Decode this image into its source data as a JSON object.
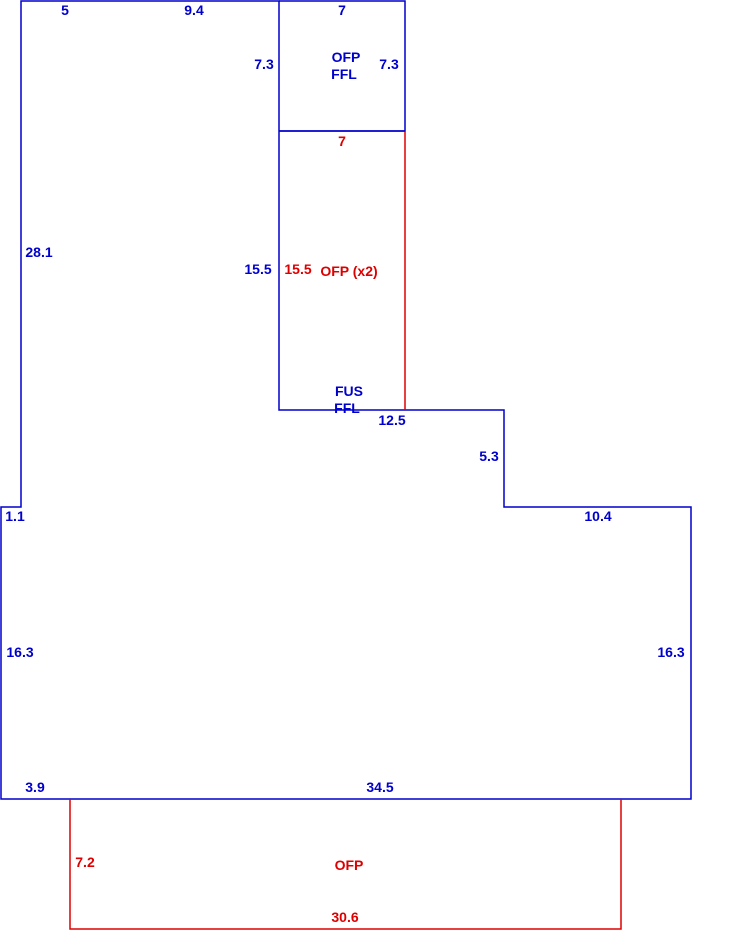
{
  "colors": {
    "living_area": "#0000cc",
    "porch": "#dd0000",
    "background": "#ffffff"
  },
  "labels": {
    "top_porch_line1": "OFP",
    "top_porch_line2": "FFL",
    "porch_x2": "OFP (x2)",
    "main_line1": "FUS",
    "main_line2": "FFL",
    "bottom_porch": "OFP"
  },
  "dimensions": {
    "top_left_a": "5",
    "top_left_b": "9.4",
    "top_porch_top": "7",
    "top_porch_left": "7.3",
    "top_porch_right": "7.3",
    "mid_porch_top": "7",
    "mid_porch_left_blue": "15.5",
    "mid_porch_left_red": "15.5",
    "main_left_upper": "28.1",
    "step_right_top": "12.5",
    "step_right_vert": "5.3",
    "right_top": "10.4",
    "left_jog": "1.1",
    "left_lower": "16.3",
    "right_lower": "16.3",
    "bottom_left": "3.9",
    "bottom_main": "34.5",
    "bottom_porch_left": "7.2",
    "bottom_porch_bottom": "30.6"
  }
}
